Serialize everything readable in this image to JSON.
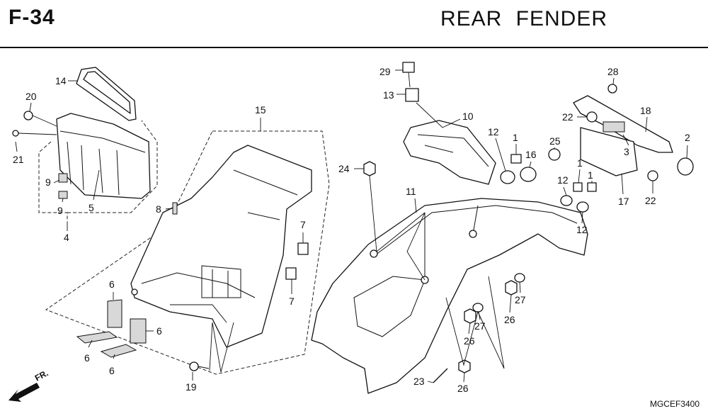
{
  "header": {
    "code": "F-34",
    "title": "REAR  FENDER"
  },
  "footer": {
    "ref": "MGCEF3400",
    "direction": "FR."
  },
  "callouts": [
    {
      "id": "c29",
      "label": "29"
    },
    {
      "id": "c13",
      "label": "13"
    },
    {
      "id": "c10",
      "label": "10"
    },
    {
      "id": "c28",
      "label": "28"
    },
    {
      "id": "c18",
      "label": "18"
    },
    {
      "id": "c22a",
      "label": "22"
    },
    {
      "id": "c2",
      "label": "2"
    },
    {
      "id": "c3",
      "label": "3"
    },
    {
      "id": "c25",
      "label": "25"
    },
    {
      "id": "c12a",
      "label": "12"
    },
    {
      "id": "c1a",
      "label": "1"
    },
    {
      "id": "c16",
      "label": "16"
    },
    {
      "id": "c1b",
      "label": "1"
    },
    {
      "id": "c1c",
      "label": "1"
    },
    {
      "id": "c12b",
      "label": "12"
    },
    {
      "id": "c22b",
      "label": "22"
    },
    {
      "id": "c17",
      "label": "17"
    },
    {
      "id": "c12c",
      "label": "12"
    },
    {
      "id": "c24",
      "label": "24"
    },
    {
      "id": "c11",
      "label": "11"
    },
    {
      "id": "c27a",
      "label": "27"
    },
    {
      "id": "c26a",
      "label": "26"
    },
    {
      "id": "c27b",
      "label": "27"
    },
    {
      "id": "c26b",
      "label": "26"
    },
    {
      "id": "c23",
      "label": "23"
    },
    {
      "id": "c26c",
      "label": "26"
    },
    {
      "id": "c14",
      "label": "14"
    },
    {
      "id": "c20",
      "label": "20"
    },
    {
      "id": "c21",
      "label": "21"
    },
    {
      "id": "c9a",
      "label": "9"
    },
    {
      "id": "c9b",
      "label": "9"
    },
    {
      "id": "c5",
      "label": "5"
    },
    {
      "id": "c4",
      "label": "4"
    },
    {
      "id": "c15",
      "label": "15"
    },
    {
      "id": "c8",
      "label": "8"
    },
    {
      "id": "c7a",
      "label": "7"
    },
    {
      "id": "c7b",
      "label": "7"
    },
    {
      "id": "c6a",
      "label": "6"
    },
    {
      "id": "c6b",
      "label": "6"
    },
    {
      "id": "c6c",
      "label": "6"
    },
    {
      "id": "c6d",
      "label": "6"
    },
    {
      "id": "c19",
      "label": "19"
    }
  ]
}
